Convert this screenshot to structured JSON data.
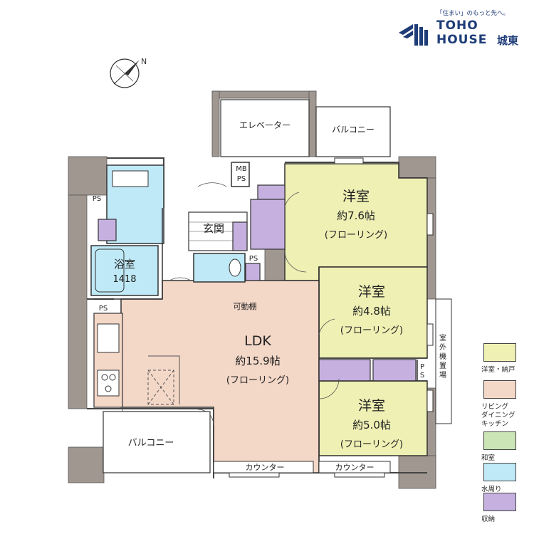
{
  "header": {
    "tagline": "「住まい」のもっと先へ。",
    "brand_line1": "TOHO",
    "brand_line2": "HOUSE",
    "brand_suffix": "城東"
  },
  "compass": {
    "north_label": "N"
  },
  "rooms": {
    "elevator": "エレベーター",
    "balcony_top": "バルコニー",
    "mbps": "MB\nPS",
    "ps_upper_left": "PS",
    "entrance": "玄関",
    "bath_name": "浴室",
    "bath_size": "1418",
    "ps_mid": "PS",
    "ps_left": "PS",
    "movable_shelf": "可動棚",
    "western1_name": "洋室",
    "western1_size": "約7.6帖",
    "western1_floor": "(フローリング)",
    "western2_name": "洋室",
    "western2_size": "約4.8帖",
    "western2_floor": "(フローリング)",
    "western3_name": "洋室",
    "western3_size": "約5.0帖",
    "western3_floor": "(フローリング)",
    "ldk_name": "LDK",
    "ldk_size": "約15.9帖",
    "ldk_floor": "(フローリング)",
    "balcony_bottom": "バルコニー",
    "counter1": "カウンター",
    "counter2": "カウンター",
    "outdoor_unit": "室外機置場",
    "ps_right": "PS"
  },
  "legend": [
    {
      "label": "洋室・納戸",
      "color": "#eef0b4"
    },
    {
      "label": "リビング\nダイニング\nキッチン",
      "color": "#f3d7c7"
    },
    {
      "label": "和室",
      "color": "#cbe5b7"
    },
    {
      "label": "水周り",
      "color": "#bfe9f6"
    },
    {
      "label": "収納",
      "color": "#c6b0e0"
    }
  ],
  "colors": {
    "western": "#eef0b4",
    "ldk": "#f3d7c7",
    "water": "#bfe9f6",
    "storage": "#c6b0e0",
    "wall": "#a19791",
    "brand": "#1e3c78"
  }
}
